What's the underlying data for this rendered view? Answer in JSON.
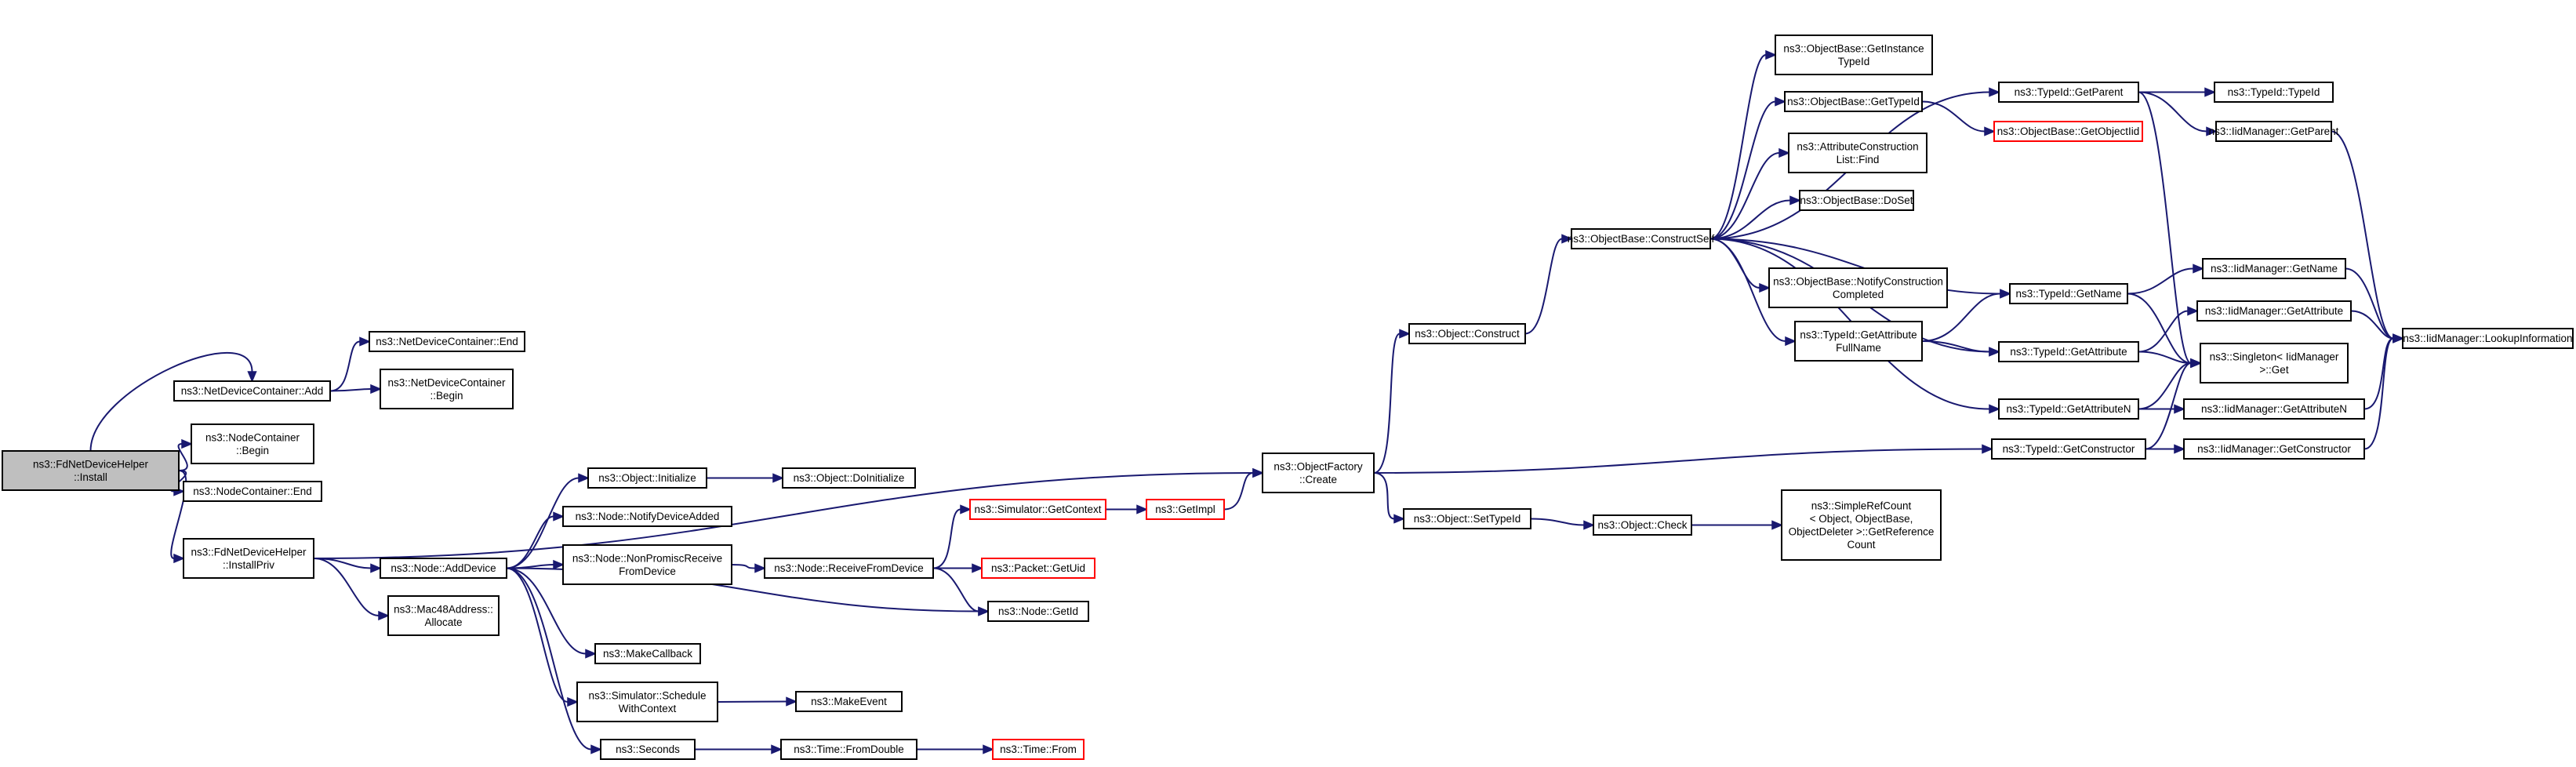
{
  "nodes": [
    {
      "id": "root",
      "lines": [
        "ns3::FdNetDeviceHelper",
        "::Install"
      ],
      "root": true
    },
    {
      "id": "ndc_add",
      "lines": [
        "ns3::NetDeviceContainer::Add"
      ]
    },
    {
      "id": "ndc_end",
      "lines": [
        "ns3::NetDeviceContainer::End"
      ]
    },
    {
      "id": "ndc_begin",
      "lines": [
        "ns3::NetDeviceContainer",
        "::Begin"
      ]
    },
    {
      "id": "nc_begin",
      "lines": [
        "ns3::NodeContainer",
        "::Begin"
      ]
    },
    {
      "id": "nc_end",
      "lines": [
        "ns3::NodeContainer::End"
      ]
    },
    {
      "id": "installpriv",
      "lines": [
        "ns3::FdNetDeviceHelper",
        "::InstallPriv"
      ]
    },
    {
      "id": "node_adddevice",
      "lines": [
        "ns3::Node::AddDevice"
      ]
    },
    {
      "id": "mac48",
      "lines": [
        "ns3::Mac48Address::",
        "Allocate"
      ]
    },
    {
      "id": "obj_init",
      "lines": [
        "ns3::Object::Initialize"
      ]
    },
    {
      "id": "obj_doinit",
      "lines": [
        "ns3::Object::DoInitialize"
      ]
    },
    {
      "id": "notify_dev",
      "lines": [
        "ns3::Node::NotifyDeviceAdded"
      ]
    },
    {
      "id": "nonpromisc",
      "lines": [
        "ns3::Node::NonPromiscReceive",
        "FromDevice"
      ]
    },
    {
      "id": "recvfromdev",
      "lines": [
        "ns3::Node::ReceiveFromDevice"
      ]
    },
    {
      "id": "sim_getctx",
      "lines": [
        "ns3::Simulator::GetContext"
      ],
      "truncated": true
    },
    {
      "id": "getimpl",
      "lines": [
        "ns3::GetImpl"
      ],
      "truncated": true
    },
    {
      "id": "pkt_getuid",
      "lines": [
        "ns3::Packet::GetUid"
      ],
      "truncated": true
    },
    {
      "id": "node_getid",
      "lines": [
        "ns3::Node::GetId"
      ]
    },
    {
      "id": "makecallback",
      "lines": [
        "ns3::MakeCallback"
      ]
    },
    {
      "id": "sim_schedctx",
      "lines": [
        "ns3::Simulator::Schedule",
        "WithContext"
      ]
    },
    {
      "id": "makeevent",
      "lines": [
        "ns3::MakeEvent"
      ]
    },
    {
      "id": "seconds",
      "lines": [
        "ns3::Seconds"
      ]
    },
    {
      "id": "fromdouble",
      "lines": [
        "ns3::Time::FromDouble"
      ]
    },
    {
      "id": "time_from",
      "lines": [
        "ns3::Time::From"
      ],
      "truncated": true
    },
    {
      "id": "objfactory",
      "lines": [
        "ns3::ObjectFactory",
        "::Create"
      ]
    },
    {
      "id": "obj_construct",
      "lines": [
        "ns3::Object::Construct"
      ]
    },
    {
      "id": "obj_settypeid",
      "lines": [
        "ns3::Object::SetTypeId"
      ]
    },
    {
      "id": "obj_check",
      "lines": [
        "ns3::Object::Check"
      ]
    },
    {
      "id": "simplerefcount",
      "lines": [
        "ns3::SimpleRefCount",
        "< Object, ObjectBase,",
        "ObjectDeleter >::GetReference",
        "Count"
      ]
    },
    {
      "id": "ob_constructself",
      "lines": [
        "ns3::ObjectBase::ConstructSelf"
      ]
    },
    {
      "id": "ob_getinst",
      "lines": [
        "ns3::ObjectBase::GetInstance",
        "TypeId"
      ]
    },
    {
      "id": "ob_gettypeid",
      "lines": [
        "ns3::ObjectBase::GetTypeId"
      ]
    },
    {
      "id": "ob_getobjectiid",
      "lines": [
        "ns3::ObjectBase::GetObjectIid"
      ],
      "truncated": true
    },
    {
      "id": "acl_find",
      "lines": [
        "ns3::AttributeConstruction",
        "List::Find"
      ]
    },
    {
      "id": "ob_doset",
      "lines": [
        "ns3::ObjectBase::DoSet"
      ]
    },
    {
      "id": "ob_notify",
      "lines": [
        "ns3::ObjectBase::NotifyConstruction",
        "Completed"
      ]
    },
    {
      "id": "tid_getattrfull",
      "lines": [
        "ns3::TypeId::GetAttribute",
        "FullName"
      ]
    },
    {
      "id": "tid_getparent",
      "lines": [
        "ns3::TypeId::GetParent"
      ]
    },
    {
      "id": "tid_typeid",
      "lines": [
        "ns3::TypeId::TypeId"
      ]
    },
    {
      "id": "iid_getparent",
      "lines": [
        "ns3::IidManager::GetParent"
      ]
    },
    {
      "id": "tid_getname",
      "lines": [
        "ns3::TypeId::GetName"
      ]
    },
    {
      "id": "tid_getattr",
      "lines": [
        "ns3::TypeId::GetAttribute"
      ]
    },
    {
      "id": "tid_getattrn",
      "lines": [
        "ns3::TypeId::GetAttributeN"
      ]
    },
    {
      "id": "tid_getctor",
      "lines": [
        "ns3::TypeId::GetConstructor"
      ]
    },
    {
      "id": "iid_getname",
      "lines": [
        "ns3::IidManager::GetName"
      ]
    },
    {
      "id": "iid_getattr",
      "lines": [
        "ns3::IidManager::GetAttribute"
      ]
    },
    {
      "id": "singleton",
      "lines": [
        "ns3::Singleton< IidManager",
        " >::Get"
      ]
    },
    {
      "id": "iid_getattrn",
      "lines": [
        "ns3::IidManager::GetAttributeN"
      ]
    },
    {
      "id": "iid_getctor",
      "lines": [
        "ns3::IidManager::GetConstructor"
      ]
    },
    {
      "id": "iid_lookup",
      "lines": [
        "ns3::IidManager::LookupInformation"
      ]
    }
  ],
  "edges": [
    [
      "root",
      "ndc_add"
    ],
    [
      "root",
      "nc_begin"
    ],
    [
      "root",
      "nc_end"
    ],
    [
      "root",
      "installpriv"
    ],
    [
      "ndc_add",
      "ndc_end"
    ],
    [
      "ndc_add",
      "ndc_begin"
    ],
    [
      "installpriv",
      "objfactory"
    ],
    [
      "installpriv",
      "node_adddevice"
    ],
    [
      "installpriv",
      "mac48"
    ],
    [
      "node_adddevice",
      "obj_init"
    ],
    [
      "node_adddevice",
      "notify_dev"
    ],
    [
      "node_adddevice",
      "nonpromisc"
    ],
    [
      "node_adddevice",
      "node_getid"
    ],
    [
      "node_adddevice",
      "makecallback"
    ],
    [
      "node_adddevice",
      "sim_schedctx"
    ],
    [
      "node_adddevice",
      "seconds"
    ],
    [
      "obj_init",
      "obj_doinit"
    ],
    [
      "nonpromisc",
      "recvfromdev"
    ],
    [
      "recvfromdev",
      "sim_getctx"
    ],
    [
      "recvfromdev",
      "pkt_getuid"
    ],
    [
      "recvfromdev",
      "node_getid"
    ],
    [
      "sim_getctx",
      "getimpl"
    ],
    [
      "getimpl",
      "objfactory"
    ],
    [
      "sim_schedctx",
      "makeevent"
    ],
    [
      "seconds",
      "fromdouble"
    ],
    [
      "fromdouble",
      "time_from"
    ],
    [
      "objfactory",
      "obj_construct"
    ],
    [
      "objfactory",
      "obj_settypeid"
    ],
    [
      "objfactory",
      "tid_getctor"
    ],
    [
      "obj_construct",
      "ob_constructself"
    ],
    [
      "obj_settypeid",
      "obj_check"
    ],
    [
      "obj_check",
      "simplerefcount"
    ],
    [
      "ob_constructself",
      "tid_getparent"
    ],
    [
      "ob_constructself",
      "ob_getinst"
    ],
    [
      "ob_constructself",
      "ob_gettypeid"
    ],
    [
      "ob_constructself",
      "acl_find"
    ],
    [
      "ob_constructself",
      "ob_doset"
    ],
    [
      "ob_constructself",
      "tid_getname"
    ],
    [
      "ob_constructself",
      "ob_notify"
    ],
    [
      "ob_constructself",
      "tid_getattrfull"
    ],
    [
      "ob_constructself",
      "tid_getattr"
    ],
    [
      "ob_constructself",
      "tid_getattrn"
    ],
    [
      "ob_gettypeid",
      "ob_getobjectiid"
    ],
    [
      "tid_getattrfull",
      "tid_getname"
    ],
    [
      "tid_getattrfull",
      "tid_getattr"
    ],
    [
      "tid_getparent",
      "tid_typeid"
    ],
    [
      "tid_getparent",
      "iid_getparent"
    ],
    [
      "tid_getparent",
      "singleton"
    ],
    [
      "iid_getparent",
      "iid_lookup"
    ],
    [
      "tid_getname",
      "iid_getname"
    ],
    [
      "tid_getname",
      "singleton"
    ],
    [
      "tid_getattr",
      "iid_getattr"
    ],
    [
      "tid_getattr",
      "singleton"
    ],
    [
      "tid_getattrn",
      "iid_getattrn"
    ],
    [
      "tid_getattrn",
      "singleton"
    ],
    [
      "tid_getctor",
      "iid_getctor"
    ],
    [
      "tid_getctor",
      "singleton"
    ],
    [
      "iid_getname",
      "iid_lookup"
    ],
    [
      "iid_getattr",
      "iid_lookup"
    ],
    [
      "iid_getattrn",
      "iid_lookup"
    ],
    [
      "iid_getctor",
      "iid_lookup"
    ]
  ],
  "colors": {
    "edge": "#191970",
    "root_fill": "#bfbfbf",
    "truncated_border": "#ff0000"
  }
}
